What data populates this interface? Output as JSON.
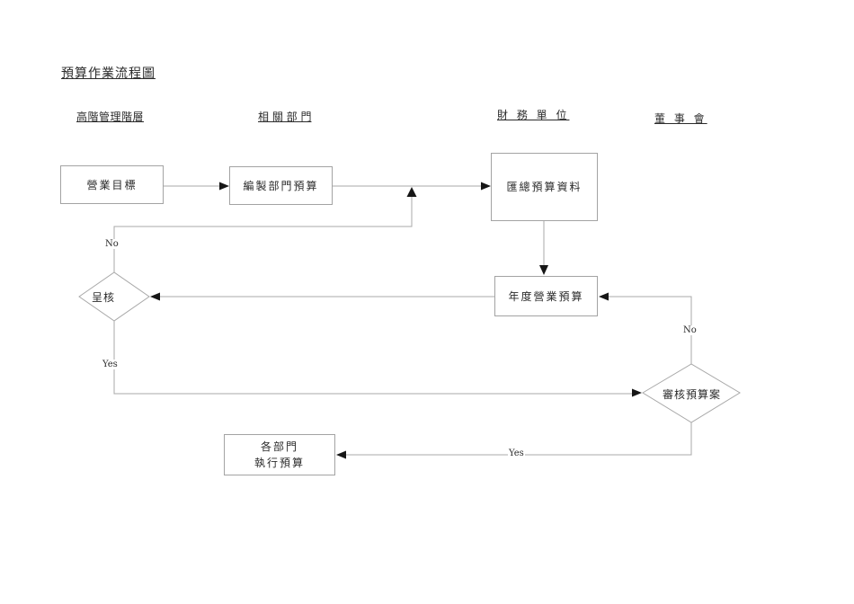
{
  "title": "預算作業流程圖",
  "columns": [
    {
      "label": "高階管理階層"
    },
    {
      "label": "相 關 部 門"
    },
    {
      "label": "財 務 單 位"
    },
    {
      "label": "董 事 會"
    }
  ],
  "nodes": {
    "business_goal": "營業目標",
    "prepare_dept_budget": "編製部門預算",
    "consolidate_budget": "匯總預算資料",
    "annual_budget": "年度營業預算",
    "submit_approval": "呈核",
    "review_budget": "審核預算案",
    "execute_budget_line1": "各部門",
    "execute_budget_line2": "執行預算"
  },
  "edge_labels": {
    "submit_no": "No",
    "submit_yes": "Yes",
    "review_no": "No",
    "review_yes": "Yes"
  }
}
